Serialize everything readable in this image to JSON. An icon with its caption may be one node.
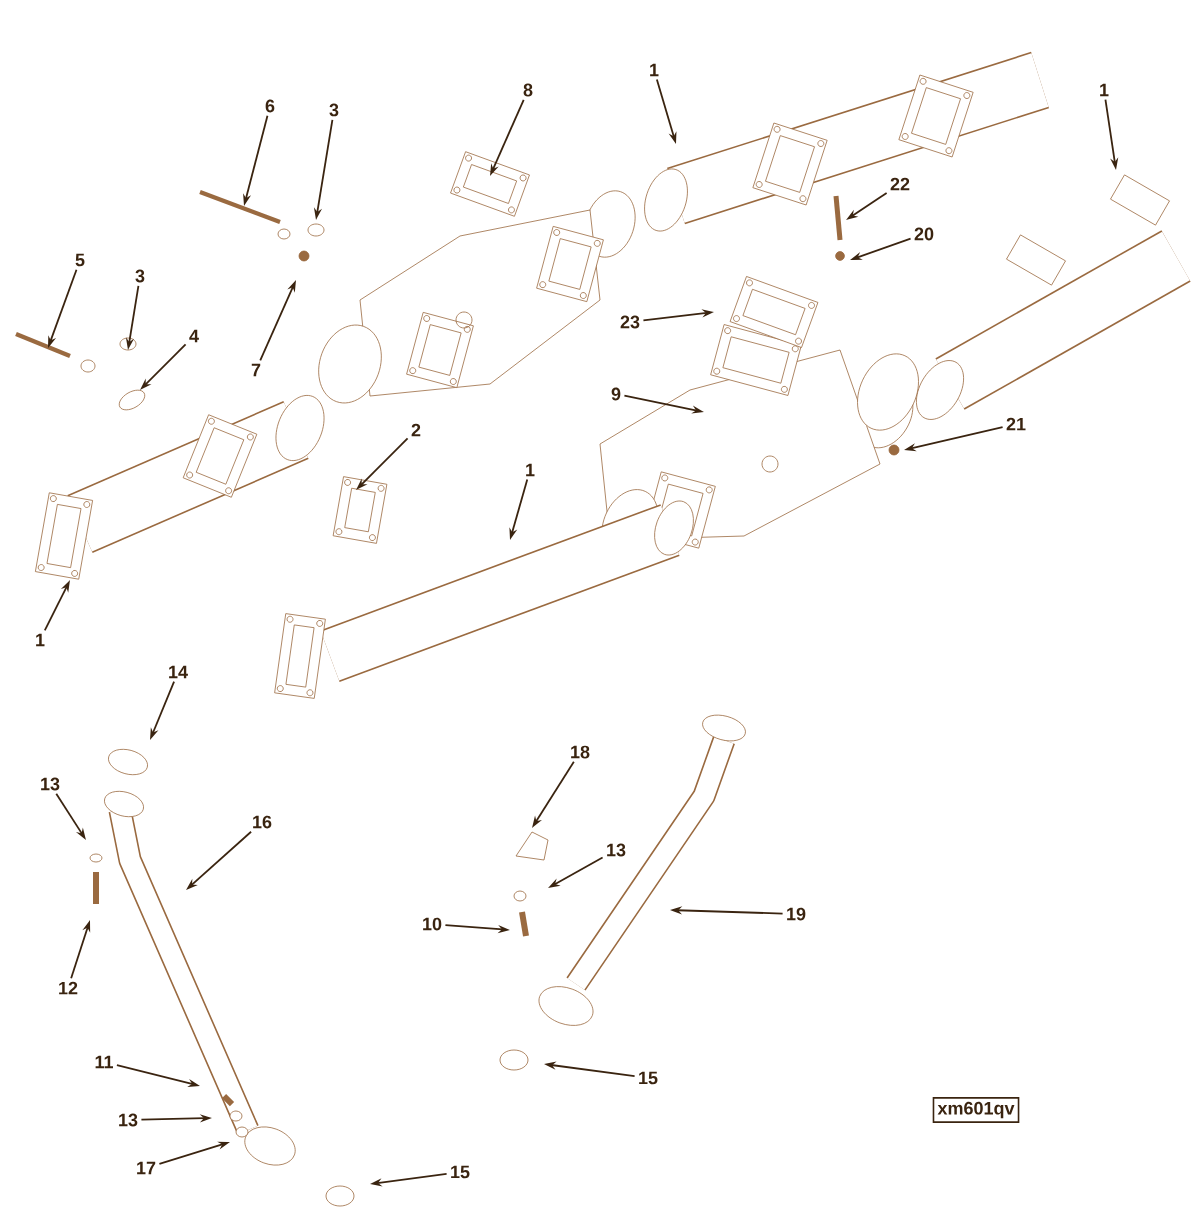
{
  "diagram": {
    "nodes": [
      {
        "text": [
          "8"
        ]
      },
      {
        "text": [
          "1"
        ]
      },
      {
        "text": [
          "1"
        ]
      },
      {
        "text": [
          "6"
        ]
      },
      {
        "text": [
          "3"
        ]
      },
      {
        "text": [
          "22"
        ]
      },
      {
        "text": [
          "20"
        ]
      },
      {
        "text": [
          "5"
        ]
      },
      {
        "text": [
          "3"
        ]
      },
      {
        "text": [
          "23"
        ]
      },
      {
        "text": [
          "4"
        ]
      },
      {
        "text": [
          "7"
        ]
      },
      {
        "text": [
          "9"
        ]
      },
      {
        "text": [
          "21"
        ]
      },
      {
        "text": [
          "2"
        ]
      },
      {
        "text": [
          "1"
        ]
      },
      {
        "text": [
          "1"
        ]
      },
      {
        "text": [
          "14"
        ]
      },
      {
        "text": [
          "18"
        ]
      },
      {
        "text": [
          "13"
        ]
      },
      {
        "text": [
          "16"
        ]
      },
      {
        "text": [
          "13"
        ]
      },
      {
        "text": [
          "19"
        ]
      },
      {
        "text": [
          "10"
        ]
      },
      {
        "text": [
          "12"
        ]
      },
      {
        "text": [
          "11"
        ]
      },
      {
        "text": [
          "15"
        ]
      },
      {
        "text": [
          "13"
        ]
      },
      {
        "text": [
          "17"
        ]
      },
      {
        "text": [
          "15"
        ]
      }
    ],
    "edges": [
      {
        "from": 0,
        "to": null,
        "arrow": "to"
      },
      {
        "from": 1,
        "to": null,
        "arrow": "to"
      },
      {
        "from": 2,
        "to": null,
        "arrow": "to"
      },
      {
        "from": 3,
        "to": null,
        "arrow": "to"
      },
      {
        "from": 4,
        "to": null,
        "arrow": "to"
      },
      {
        "from": 5,
        "to": null,
        "arrow": "to"
      },
      {
        "from": 6,
        "to": null,
        "arrow": "to"
      },
      {
        "from": 7,
        "to": null,
        "arrow": "to"
      },
      {
        "from": 8,
        "to": null,
        "arrow": "to"
      },
      {
        "from": 9,
        "to": null,
        "arrow": "to"
      },
      {
        "from": 10,
        "to": null,
        "arrow": "to"
      },
      {
        "from": 11,
        "to": null,
        "arrow": "to"
      },
      {
        "from": 12,
        "to": null,
        "arrow": "to"
      },
      {
        "from": 13,
        "to": null,
        "arrow": "to"
      },
      {
        "from": 14,
        "to": null,
        "arrow": "to"
      },
      {
        "from": 15,
        "to": null,
        "arrow": "to"
      },
      {
        "from": 16,
        "to": null,
        "arrow": "to"
      },
      {
        "from": 17,
        "to": null,
        "arrow": "to"
      },
      {
        "from": 18,
        "to": null,
        "arrow": "to"
      },
      {
        "from": 19,
        "to": null,
        "arrow": "to"
      },
      {
        "from": 20,
        "to": null,
        "arrow": "to"
      },
      {
        "from": 21,
        "to": null,
        "arrow": "to"
      },
      {
        "from": 22,
        "to": null,
        "arrow": "to"
      },
      {
        "from": 23,
        "to": null,
        "arrow": "to"
      },
      {
        "from": 24,
        "to": null,
        "arrow": "to"
      },
      {
        "from": 25,
        "to": null,
        "arrow": "to"
      },
      {
        "from": 26,
        "to": null,
        "arrow": "to"
      },
      {
        "from": 27,
        "to": null,
        "arrow": "to"
      },
      {
        "from": 28,
        "to": null,
        "arrow": "to"
      },
      {
        "from": 29,
        "to": null,
        "arrow": "to"
      }
    ],
    "labels": [
      "xm601qv"
    ]
  }
}
